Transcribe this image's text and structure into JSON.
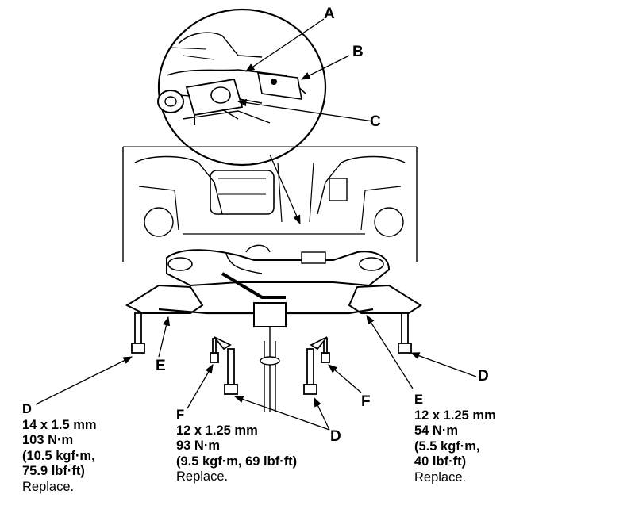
{
  "callouts": {
    "A": "A",
    "B": "B",
    "C": "C",
    "D": "D",
    "E": "E",
    "F": "F"
  },
  "specs": {
    "left_D": {
      "letter": "D",
      "size": "14 x 1.5 mm",
      "torque_nm": "103 N·m",
      "kgf_line1": "(10.5 kgf·m,",
      "lbf_line2": "75.9 lbf·ft)",
      "note": "Replace."
    },
    "center_F": {
      "letter": "F",
      "size": "12 x 1.25 mm",
      "torque_nm": "93 N·m",
      "kgf_lbf": "(9.5 kgf·m, 69 lbf·ft)",
      "note": "Replace."
    },
    "right_E": {
      "letter": "E",
      "size": "12 x 1.25 mm",
      "torque_nm": "54 N·m",
      "kgf_line1": "(5.5 kgf·m,",
      "lbf_line2": "40 lbf·ft)",
      "note": "Replace."
    }
  },
  "colors": {
    "ink": "#000000",
    "paper": "#ffffff"
  }
}
